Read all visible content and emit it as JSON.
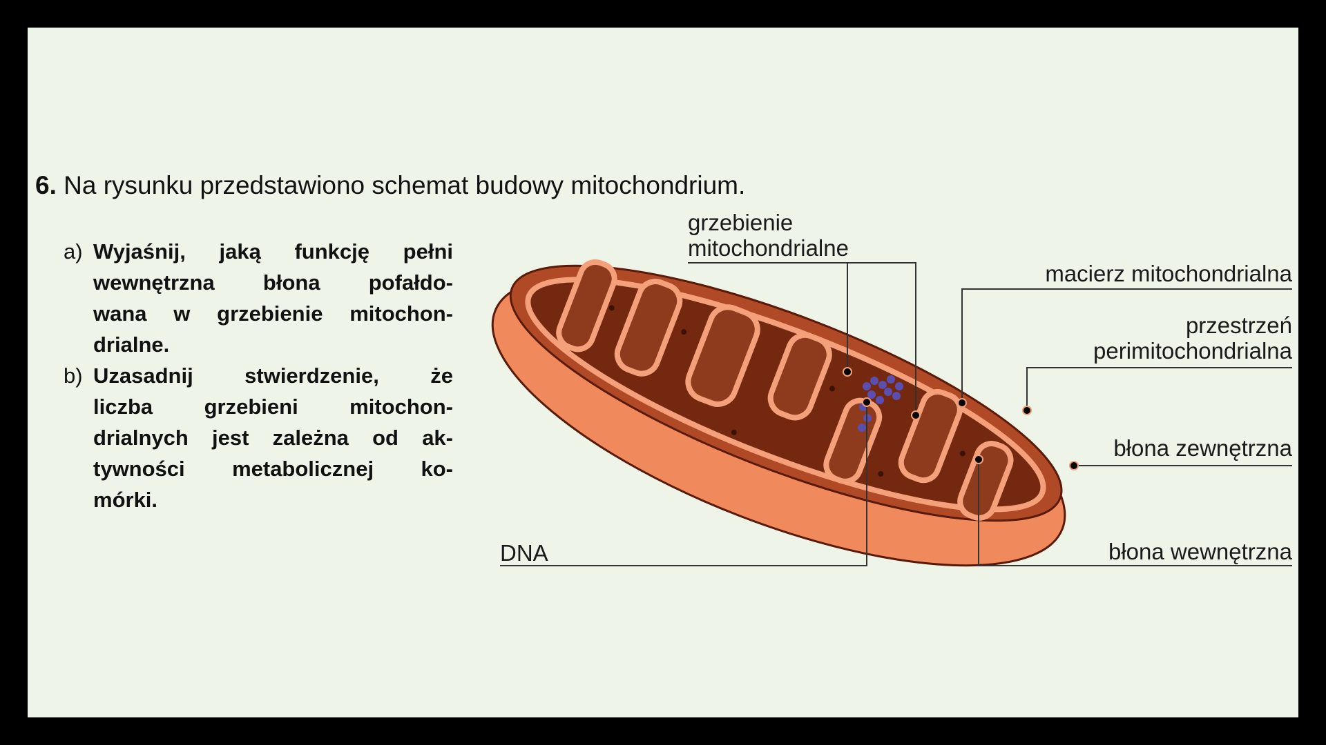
{
  "question": {
    "number": "6.",
    "text": "Na rysunku przedstawiono schemat budowy mitochondrium."
  },
  "tasks": [
    {
      "label": "a)",
      "lines": [
        "Wyjaśnij, jaką funkcję pełni",
        "wewnętrzna błona pofałdo-",
        "wana w grzebienie mitochon-",
        "drialne."
      ]
    },
    {
      "label": "b)",
      "lines": [
        "Uzasadnij stwierdzenie, że",
        "liczba grzebieni mitochon-",
        "drialnych jest zależna od ak-",
        "tywności metabolicznej ko-",
        "mórki."
      ]
    }
  ],
  "diagram": {
    "labels": {
      "cristae_1": "grzebienie",
      "cristae_2": "mitochondrialne",
      "matrix": "macierz mitochondrialna",
      "intermembrane_1": "przestrzeń",
      "intermembrane_2": "perimitochondrialna",
      "outer_membrane": "błona zewnętrzna",
      "inner_membrane": "błona wewnętrzna",
      "dna": "DNA"
    },
    "colors": {
      "body": "#f0895c",
      "dark": "#6e2412",
      "dna": "#5a4fb0"
    }
  }
}
